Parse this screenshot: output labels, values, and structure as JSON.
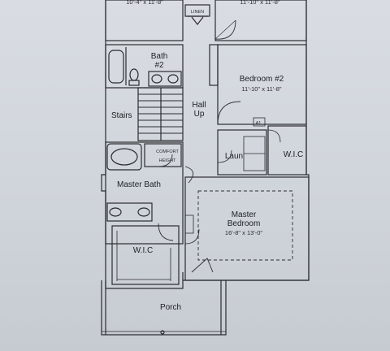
{
  "rooms": {
    "top_left_dim": "10'-4\" x 11'-8\"",
    "top_right_dim": "11'-10\" x 11'-8\"",
    "linen": "LINEN",
    "bath2": "Bath",
    "bath2_number": "#2",
    "bedroom2": "Bedroom #2",
    "bedroom2_dim": "11'-10\" x 11'-8\"",
    "stairs": "Stairs",
    "hall": "Hall",
    "up": "Up",
    "a1": "A1",
    "comfort_height": "COMFORT HEIGHT",
    "laundry": "Laun",
    "wic_right": "W.I.C",
    "master_bath": "Master Bath",
    "master_bedroom": "Master",
    "master_bedroom_2": "Bedroom",
    "master_bedroom_dim": "16'-8\" x 13'-0\"",
    "wic_bottom": "W.I.C",
    "porch": "Porch"
  }
}
